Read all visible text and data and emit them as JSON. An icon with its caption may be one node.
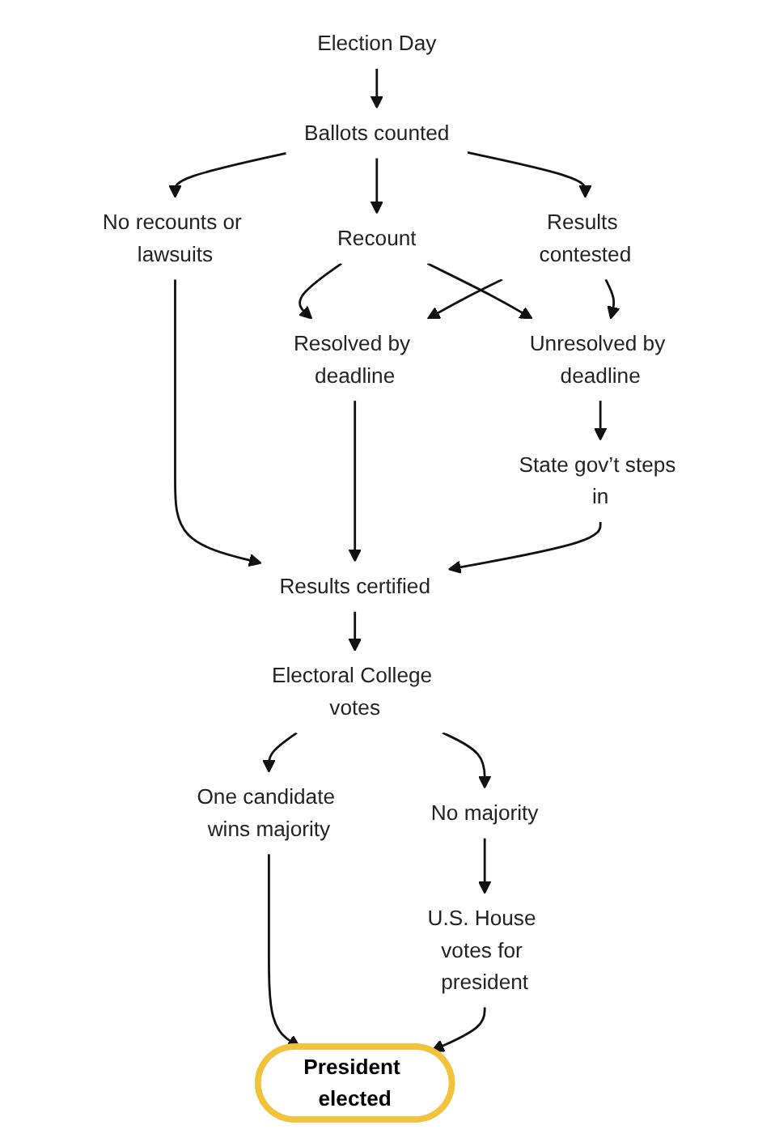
{
  "diagram": {
    "nodes": [
      {
        "text": [
          "Election Day"
        ]
      },
      {
        "text": [
          "Ballots counted"
        ]
      },
      {
        "text": [
          "No recounts or lawsuits"
        ]
      },
      {
        "text": [
          "Recount"
        ]
      },
      {
        "text": [
          "Results contested"
        ]
      },
      {
        "text": [
          "Resolved by deadline"
        ]
      },
      {
        "text": [
          "Unresolved by deadline"
        ]
      },
      {
        "text": [
          "State gov’t steps in"
        ]
      },
      {
        "text": [
          "Results certified"
        ]
      },
      {
        "text": [
          "Electoral College votes"
        ]
      },
      {
        "text": [
          "One candidate wins majority"
        ]
      },
      {
        "text": [
          "No majority"
        ]
      },
      {
        "text": [
          "U.S. House votes for president"
        ]
      },
      {
        "text": [
          "President elected"
        ]
      }
    ],
    "edges": [
      {
        "from": 0,
        "to": 1,
        "arrow": "to"
      },
      {
        "from": 1,
        "to": 2,
        "arrow": "to"
      },
      {
        "from": 1,
        "to": 3,
        "arrow": "to"
      },
      {
        "from": 1,
        "to": 4,
        "arrow": "to"
      },
      {
        "from": 3,
        "to": 5,
        "arrow": "to"
      },
      {
        "from": 3,
        "to": 6,
        "arrow": "to"
      },
      {
        "from": 4,
        "to": 5,
        "arrow": "to"
      },
      {
        "from": 4,
        "to": 6,
        "arrow": "to"
      },
      {
        "from": 2,
        "to": 8,
        "arrow": "to"
      },
      {
        "from": 5,
        "to": 8,
        "arrow": "to"
      },
      {
        "from": 6,
        "to": 7,
        "arrow": "to"
      },
      {
        "from": 7,
        "to": 8,
        "arrow": "to"
      },
      {
        "from": 8,
        "to": 9,
        "arrow": "to"
      },
      {
        "from": 9,
        "to": 10,
        "arrow": "to"
      },
      {
        "from": 9,
        "to": 11,
        "arrow": "to"
      },
      {
        "from": 11,
        "to": 12,
        "arrow": "to"
      },
      {
        "from": 10,
        "to": 13,
        "arrow": "to"
      },
      {
        "from": 12,
        "to": 13,
        "arrow": "to"
      }
    ]
  }
}
